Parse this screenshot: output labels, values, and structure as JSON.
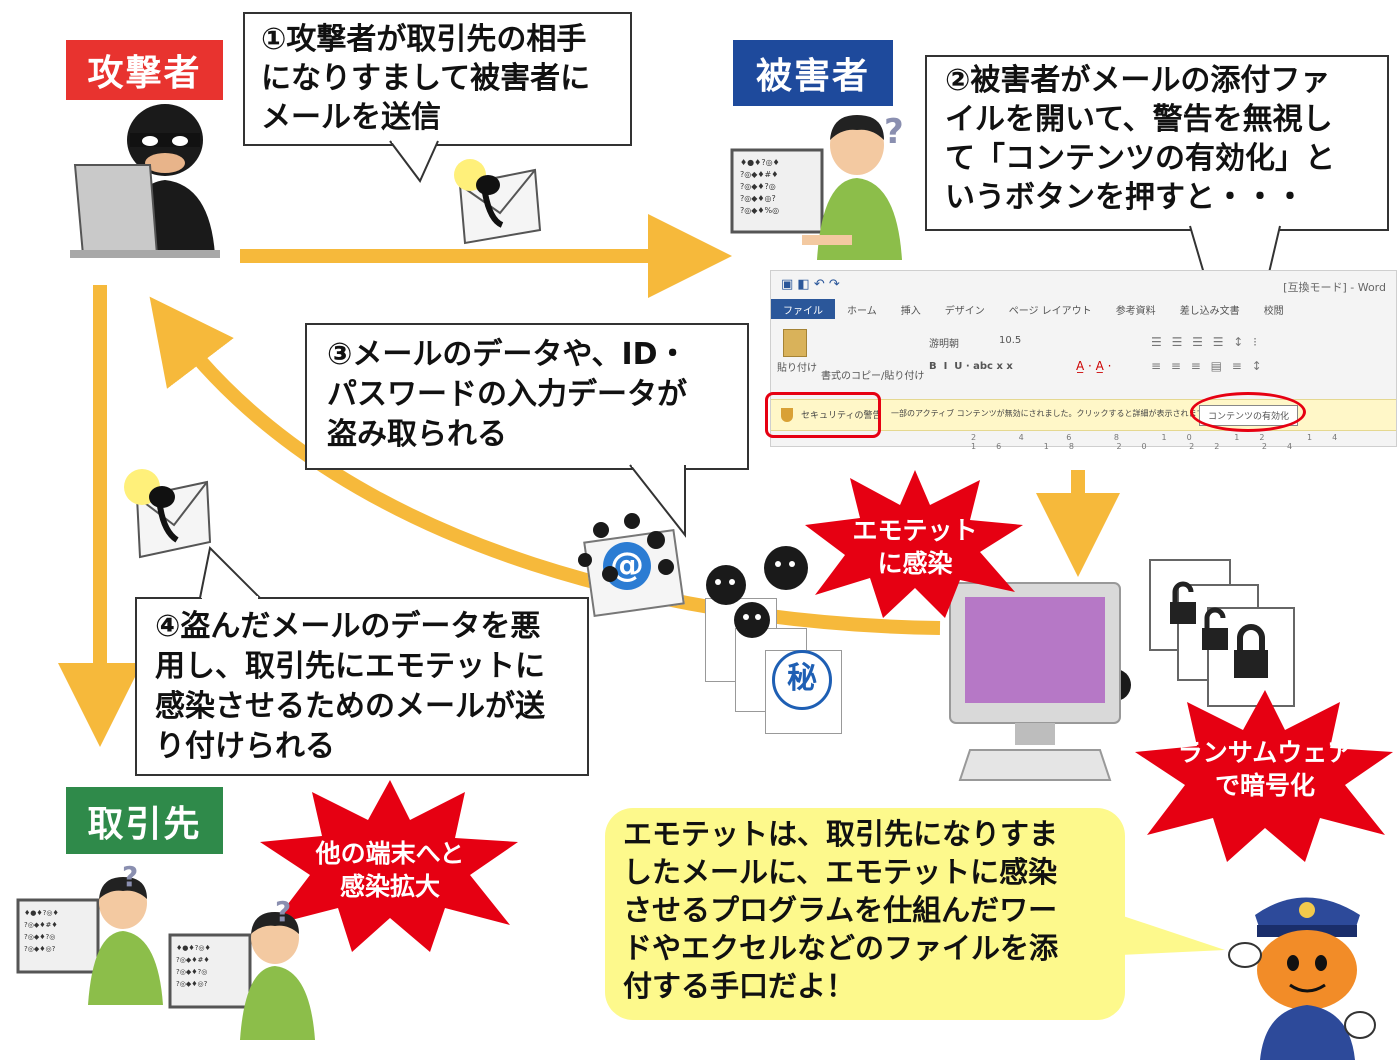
{
  "roles": {
    "attacker": "攻撃者",
    "victim": "被害者",
    "partner": "取引先"
  },
  "callouts": {
    "step1": [
      "①攻撃者が取引先の相手",
      "になりすまして被害者に",
      "メールを送信"
    ],
    "step2": [
      "②被害者がメールの添付ファ",
      "イルを開いて、警告を無視し",
      "て「コンテンツの有効化」と",
      "いうボタンを押すと・・・"
    ],
    "step3": [
      "③メールのデータや、ID・",
      "パスワードの入力データが",
      "盗み取られる"
    ],
    "step4": [
      "④盗んだメールのデータを悪",
      "用し、取引先にエモテットに",
      "感染させるためのメールが送",
      "り付けられる"
    ]
  },
  "bursts": {
    "infected": [
      "エモテット",
      "に感染"
    ],
    "ransomware": [
      "ランサムウェア",
      "で暗号化"
    ],
    "spread": [
      "他の端末へと",
      "感染拡大"
    ]
  },
  "summary": [
    "エモテットは、取引先になりすま",
    "したメールに、エモテットに感染",
    "させるプログラムを仕組んだワー",
    "ドやエクセルなどのファイルを添",
    "付する手口だよ！"
  ],
  "word_window": {
    "title": "[互換モード] - Word",
    "tabs": [
      "ファイル",
      "ホーム",
      "挿入",
      "デザイン",
      "ページ レイアウト",
      "参考資料",
      "差し込み文書",
      "校閲"
    ],
    "font_name": "游明朝",
    "font_size": "10.5",
    "paste_label": "貼り付け",
    "format_copy_label": "書式のコピー/貼り付け",
    "security_warning_label": "セキュリティの警告",
    "security_message": "一部のアクティブ コンテンツが無効にされました。クリックすると詳細が表示されます。",
    "enable_content_button": "コンテンツの有効化"
  },
  "icons": {
    "question_mark": "?",
    "email_at": "@",
    "secret_doc": "秘",
    "lock": "lock-icon"
  },
  "colors": {
    "attacker_label": "#e8332f",
    "victim_label": "#1e4a9c",
    "partner_label": "#2f8a4a",
    "arrow": "#f6b93b",
    "burst": "#e60012",
    "summary_bg": "#fdf98c"
  }
}
